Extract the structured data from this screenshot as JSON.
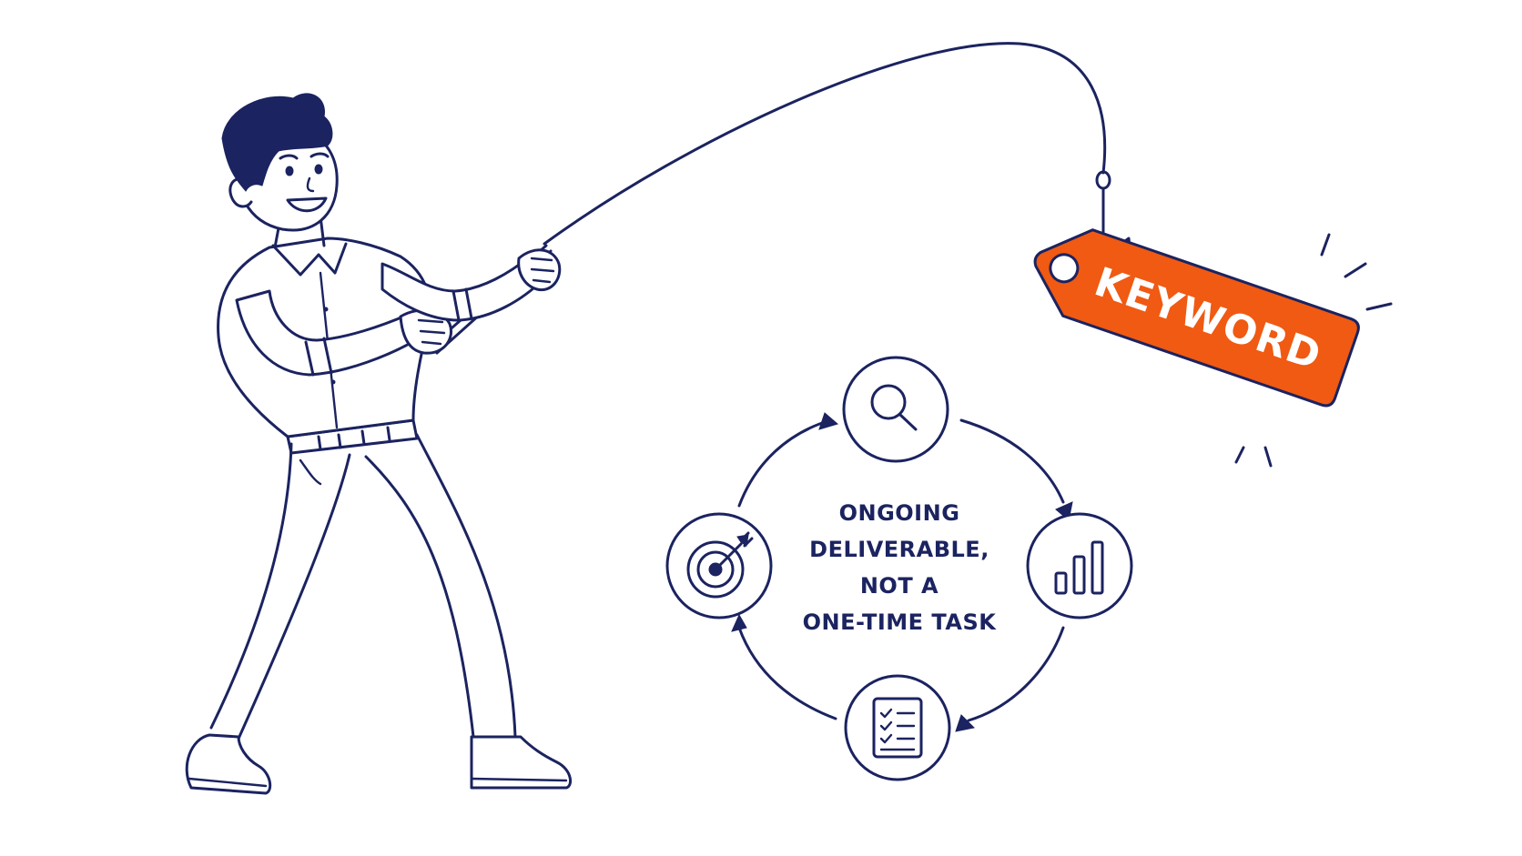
{
  "tag": {
    "label": "KEYWORD",
    "color": "#f05a12"
  },
  "cycle": {
    "center_lines": [
      "ONGOING",
      "DELIVERABLE,",
      "NOT A",
      "ONE-TIME TASK"
    ],
    "nodes": [
      {
        "icon": "magnifying-glass-icon"
      },
      {
        "icon": "bar-chart-icon"
      },
      {
        "icon": "checklist-icon"
      },
      {
        "icon": "target-icon"
      }
    ]
  },
  "colors": {
    "ink": "#1b2360",
    "accent": "#f05a12",
    "background": "#ffffff"
  }
}
